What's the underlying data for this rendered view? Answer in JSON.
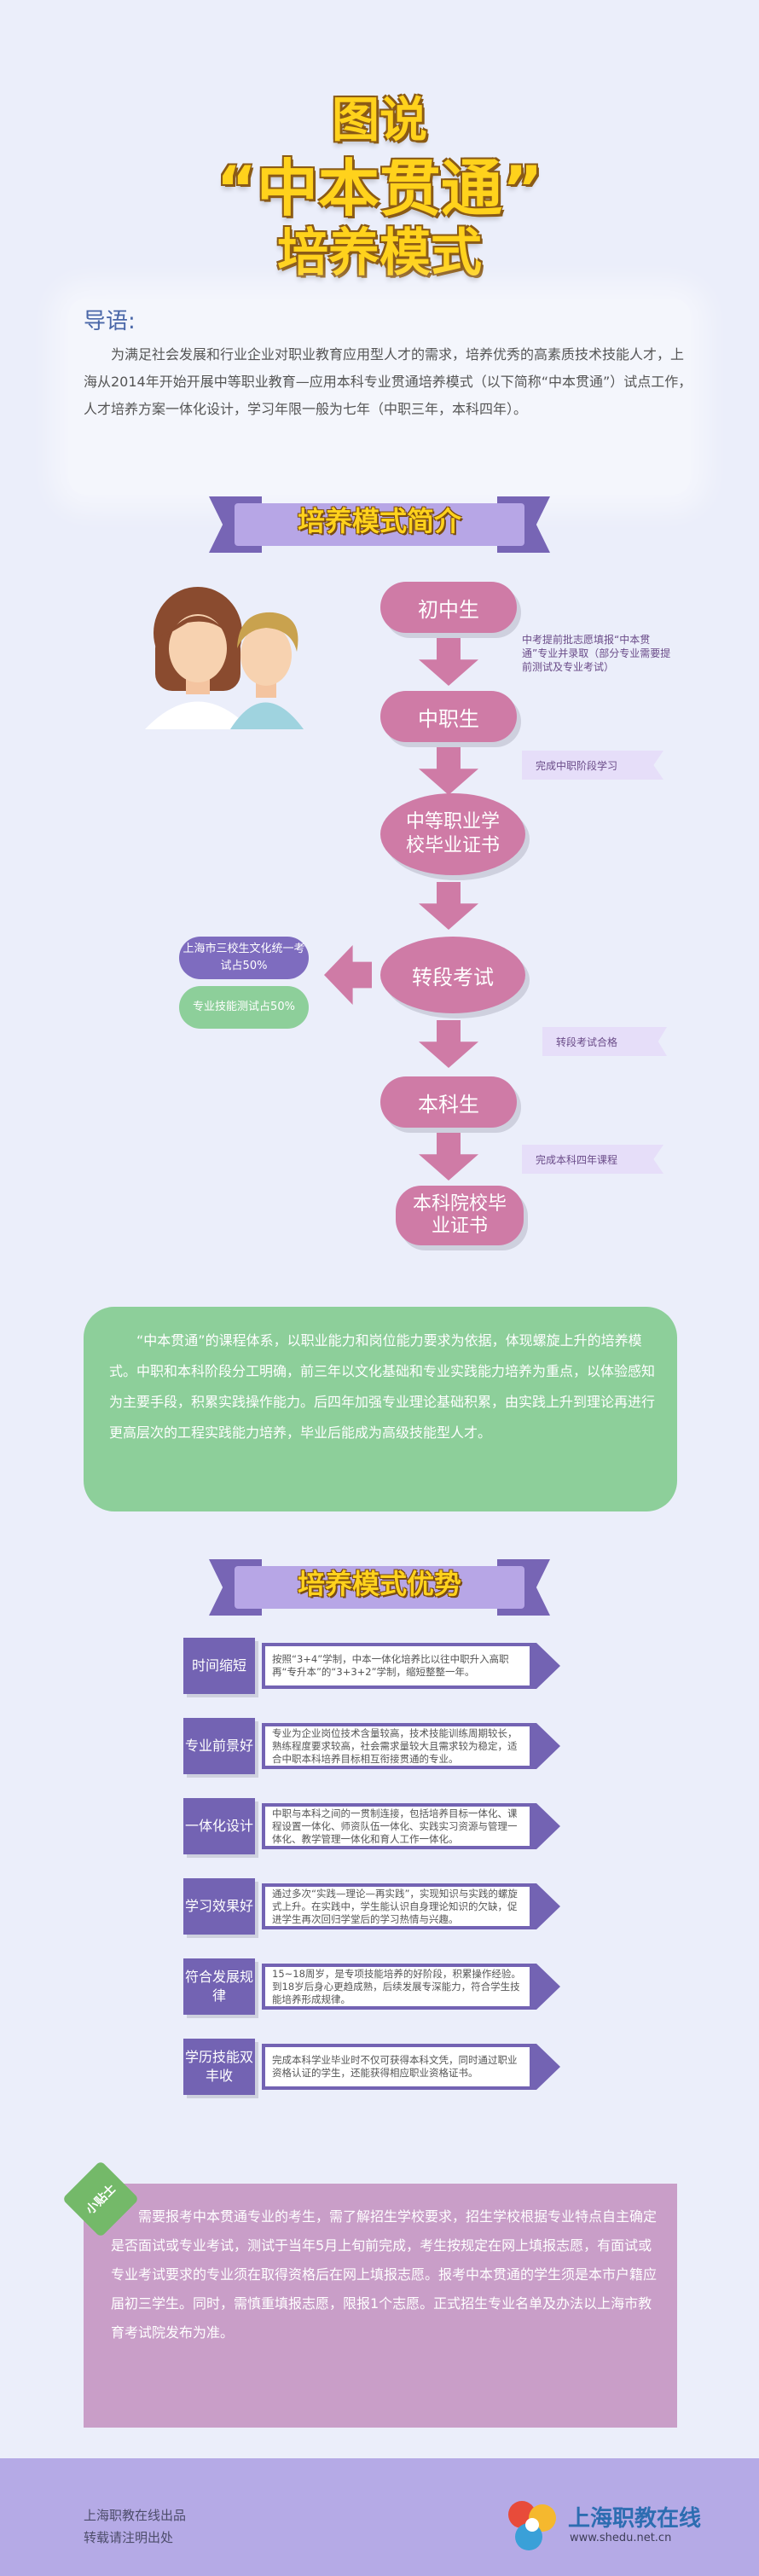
{
  "title": {
    "line1": "图说",
    "line2": "“中本贯通”",
    "line3": "培养模式"
  },
  "intro": {
    "heading": "导语:",
    "text": "为满足社会发展和行业企业对职业教育应用型人才的需求，培养优秀的高素质技术技能人才，上海从2014年开始开展中等职业教育—应用本科专业贯通培养模式（以下简称“中本贯通”）试点工作，人才培养方案一体化设计，学习年限一般为七年（中职三年，本科四年）。"
  },
  "section1": {
    "banner": "培养模式简介"
  },
  "flow": {
    "n1": "初中生",
    "n2": "中职生",
    "n3": "中等职业学校毕业证书",
    "n4": "转段考试",
    "n5": "本科生",
    "n6": "本科院校毕业证书",
    "note1": "中考提前批志愿填报“中本贯通”专业并录取（部分专业需要提前测试及专业考试）",
    "note2": "完成中职阶段学习",
    "note3": "转段考试合格",
    "note4": "完成本科四年课程",
    "side1": "上海市三校生文化统一考试占50%",
    "side2": "专业技能测试占50%"
  },
  "green": {
    "text": "“中本贯通”的课程体系，以职业能力和岗位能力要求为依据，体现螺旋上升的培养模式。中职和本科阶段分工明确，前三年以文化基础和专业实践能力培养为重点，以体验感知为主要手段，积累实践操作能力。后四年加强专业理论基础积累，由实践上升到理论再进行更高层次的工程实践能力培养，毕业后能成为高级技能型人才。"
  },
  "section2": {
    "banner": "培养模式优势"
  },
  "advantages": [
    {
      "label": "时间缩短",
      "text": "按照“3+4”学制，中本一体化培养比以往中职升入高职再“专升本”的“3+3+2”学制，缩短整整一年。"
    },
    {
      "label": "专业前景好",
      "text": "专业为企业岗位技术含量较高，技术技能训练周期较长，熟练程度要求较高，社会需求量较大且需求较为稳定，适合中职本科培养目标相互衔接贯通的专业。"
    },
    {
      "label": "一体化设计",
      "text": "中职与本科之间的一贯制连接，包括培养目标一体化、课程设置一体化、师资队伍一体化、实践实习资源与管理一体化、教学管理一体化和育人工作一体化。"
    },
    {
      "label": "学习效果好",
      "text": "通过多次“实践—理论—再实践”，实现知识与实践的螺旋式上升。在实践中，学生能认识自身理论知识的欠缺，促进学生再次回归学堂后的学习热情与兴趣。"
    },
    {
      "label": "符合发展规律",
      "text": "15~18周岁，是专项技能培养的好阶段，积累操作经验。到18岁后身心更趋成熟，后续发展专深能力，符合学生技能培养形成规律。"
    },
    {
      "label": "学历技能双丰收",
      "text": "完成本科学业毕业时不仅可获得本科文凭，同时通过职业资格认证的学生，还能获得相应职业资格证书。"
    }
  ],
  "tips": {
    "tag": "小贴士",
    "text": "需要报考中本贯通专业的考生，需了解招生学校要求，招生学校根据专业特点自主确定是否面试或专业考试，测试于当年5月上旬前完成，考生按规定在网上填报志愿，有面试或专业考试要求的专业须在取得资格后在网上填报志愿。报考中本贯通的学生须是本市户籍应届初三学生。同时，需慎重填报志愿，限报1个志愿。正式招生专业名单及办法以上海市教育考试院发布为准。"
  },
  "footer": {
    "line1": "上海职教在线出品",
    "line2": "转载请注明出处",
    "logo": "上海职教在线",
    "url": "www.shedu.net.cn"
  },
  "colors": {
    "flow_pink": "#cf7ba6",
    "purple": "#7363b3",
    "green": "#8dcf9a",
    "tips": "#c99ec8",
    "title_yellow": "#ffd21c"
  }
}
